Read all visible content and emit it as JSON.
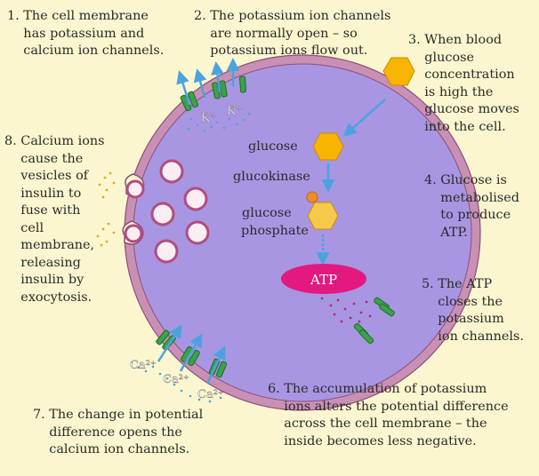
{
  "captions": {
    "c1": "1. The cell membrane\n    has potassium and\n    calcium ion channels.",
    "c2": "2. The potassium ion channels\n    are normally open – so\n    potassium ions flow out.",
    "c3": "3. When blood\n    glucose\n    concentration\n    is high the\n    glucose moves\n    into the cell.",
    "c4": "4. Glucose is\n    metabolised\n    to produce\n    ATP.",
    "c5": "5. The ATP\n    closes the\n    potassium\n    ion channels.",
    "c6": "6. The accumulation of potassium\n    ions alters the potential difference\n    across the cell membrane – the\n    inside becomes less negative.",
    "c7": "7. The change in potential\n    difference opens the\n    calcium ion channels.",
    "c8": "8. Calcium ions\n    cause the\n    vesicles of\n    insulin to\n    fuse with\n    cell\n    membrane,\n    releasing\n    insulin by\n    exocytosis."
  },
  "labels": {
    "glucose": "glucose",
    "glucokinase": "glucokinase",
    "glucose_phosphate_1": "glucose",
    "glucose_phosphate_2": "phosphate",
    "atp": "ATP",
    "k1": "K⁺",
    "k2": "K⁺",
    "ca1": "Ca²⁺",
    "ca2": "Ca²⁺",
    "ca3": "Ca²⁺"
  },
  "colors": {
    "background": "#fbf6cf",
    "cytoplasm": "#a594e0",
    "membrane": "#c47fa4",
    "glucose": "#f7b400",
    "atp": "#e2197e",
    "channel": "#3aa34a",
    "arrow": "#4aa3df"
  }
}
